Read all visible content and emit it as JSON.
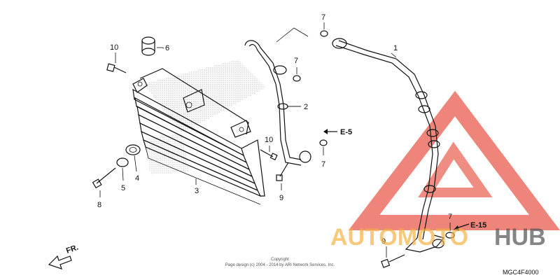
{
  "callouts": {
    "c1": "1",
    "c2": "2",
    "c3": "3",
    "c4": "4",
    "c5": "5",
    "c6": "6",
    "c7a": "7",
    "c7b": "7",
    "c7c": "7",
    "c7d": "7",
    "c8": "8",
    "c9a": "9",
    "c9b": "9",
    "c10a": "10",
    "c10b": "10"
  },
  "refs": {
    "e5": "E-5",
    "e15": "E-15"
  },
  "direction": {
    "front": "FR."
  },
  "copyright": {
    "line1": "Copyright",
    "line2": "Page design (c) 2004 - 2014 by ARI Network Services, Inc."
  },
  "diagram_code": "MGC4F4000",
  "watermark": {
    "brand_part1": "AUTOMOTO",
    "brand_part2": "HUB",
    "color_orange": "#f5b041",
    "color_gray": "#555555",
    "color_red": "#e74c3c"
  }
}
